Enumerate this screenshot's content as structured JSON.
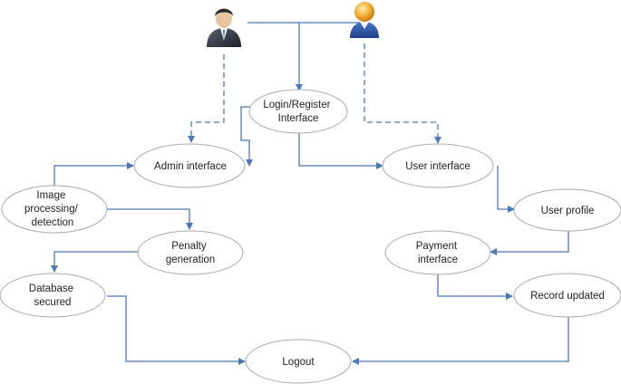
{
  "colors": {
    "connector": "#4a78b8",
    "node_stroke": "#a9a9a9",
    "node_fill": "#ffffff",
    "text": "#222222"
  },
  "actors": {
    "admin": {
      "icon": "admin-person-icon"
    },
    "user": {
      "icon": "user-person-icon"
    }
  },
  "nodes": {
    "login": [
      "Login/Register",
      "Interface"
    ],
    "admin_interface": [
      "Admin interface"
    ],
    "user_interface": [
      "User interface"
    ],
    "image_processing": [
      "Image",
      "processing/",
      "detection"
    ],
    "penalty": [
      "Penalty",
      "generation"
    ],
    "database": [
      "Database",
      "secured"
    ],
    "user_profile": [
      "User profile"
    ],
    "payment": [
      "Payment",
      "interface"
    ],
    "record_updated": [
      "Record updated"
    ],
    "logout": [
      "Logout"
    ]
  }
}
